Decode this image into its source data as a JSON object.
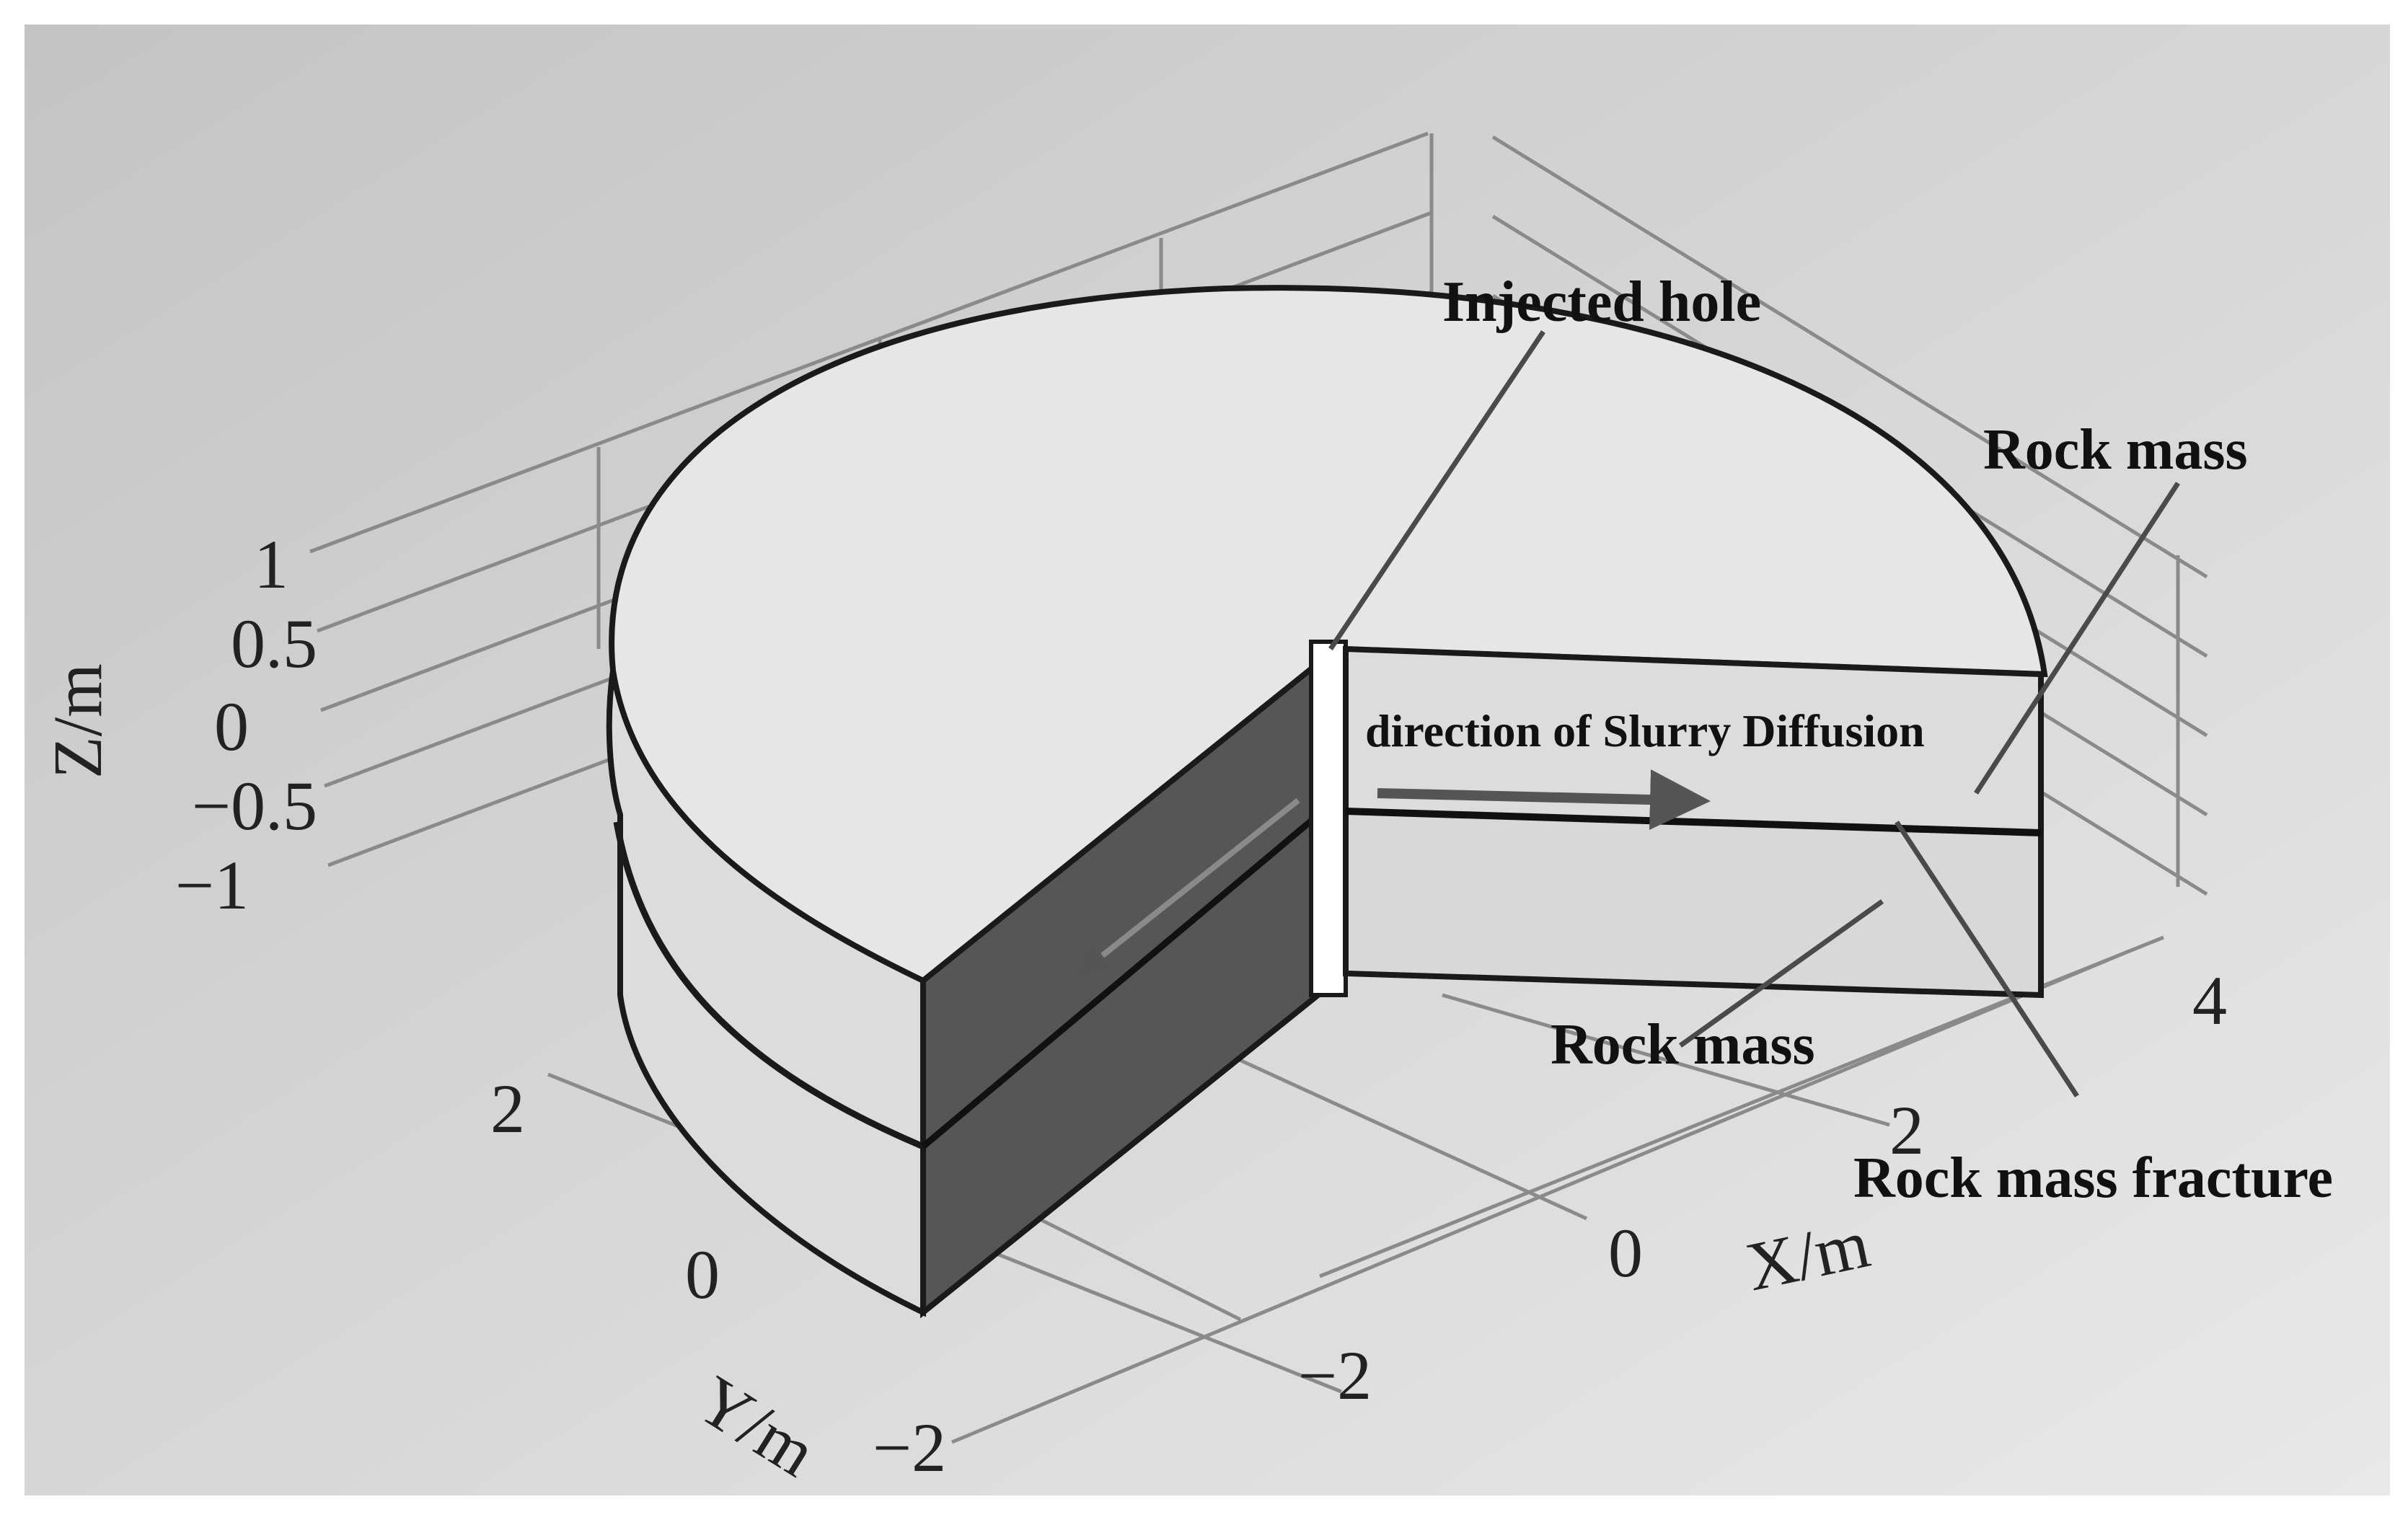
{
  "axes": {
    "z_title": "Z/m",
    "x_title": "X/m",
    "y_title": "Y/m",
    "z_ticks": [
      "1",
      "0.5",
      "0",
      "−0.5",
      "−1"
    ],
    "x_ticks": [
      "4",
      "2",
      "0"
    ],
    "y_ticks": [
      "2",
      "0",
      "−2",
      "−2"
    ]
  },
  "labels": {
    "injected_hole": "Injected hole",
    "rock_mass_top": "Rock mass",
    "direction": "direction of Slurry Diffusion",
    "rock_mass_bottom": "Rock mass",
    "fracture": "Rock mass fracture"
  },
  "colors": {
    "background": "#d4d4d4",
    "top_face": "#e6e6e6",
    "side_face": "#dedede",
    "cut_face": "#565656",
    "outline": "#1a1a1a",
    "arrow": "#555555"
  }
}
